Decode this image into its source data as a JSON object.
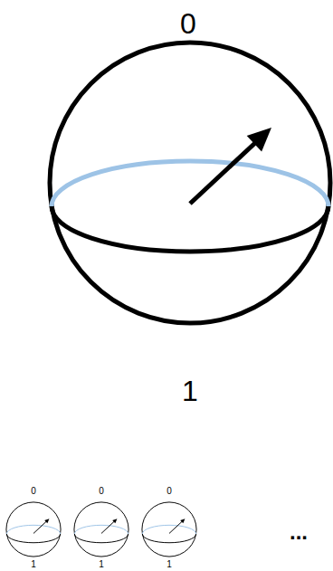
{
  "diagram": {
    "labels": [
      "0",
      "1",
      "0",
      "1",
      "0",
      "1",
      "0",
      "1",
      "..."
    ]
  }
}
